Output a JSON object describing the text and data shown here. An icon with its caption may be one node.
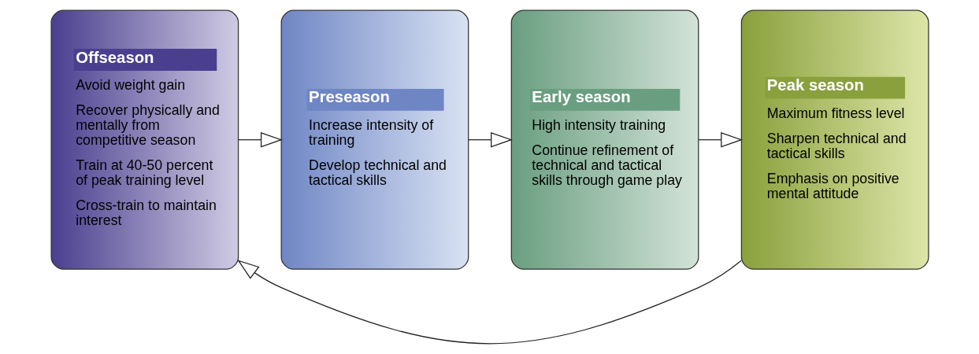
{
  "diagram": {
    "nodes": [
      {
        "text": [
          "Offseason",
          "Avoid weight gain",
          "Recover physically and mentally from competitive season",
          "Train at 40-50 percent of peak training level",
          "Cross-train to maintain interest"
        ]
      },
      {
        "text": [
          "Preseason",
          "Increase intensity of training",
          "Develop technical and tactical skills"
        ]
      },
      {
        "text": [
          "Early season",
          "High intensity training",
          "Continue refinement of technical and tactical skills through game play"
        ]
      },
      {
        "text": [
          "Peak season",
          "Maximum fitness level",
          "Sharpen technical and tactical skills",
          "Emphasis on positive mental attitude"
        ]
      }
    ],
    "edges": [
      {
        "from": 0,
        "to": 1,
        "arrow": "to"
      },
      {
        "from": 1,
        "to": 2,
        "arrow": "to"
      },
      {
        "from": 2,
        "to": 3,
        "arrow": "to"
      },
      {
        "from": 3,
        "to": 0,
        "arrow": "to"
      }
    ]
  }
}
